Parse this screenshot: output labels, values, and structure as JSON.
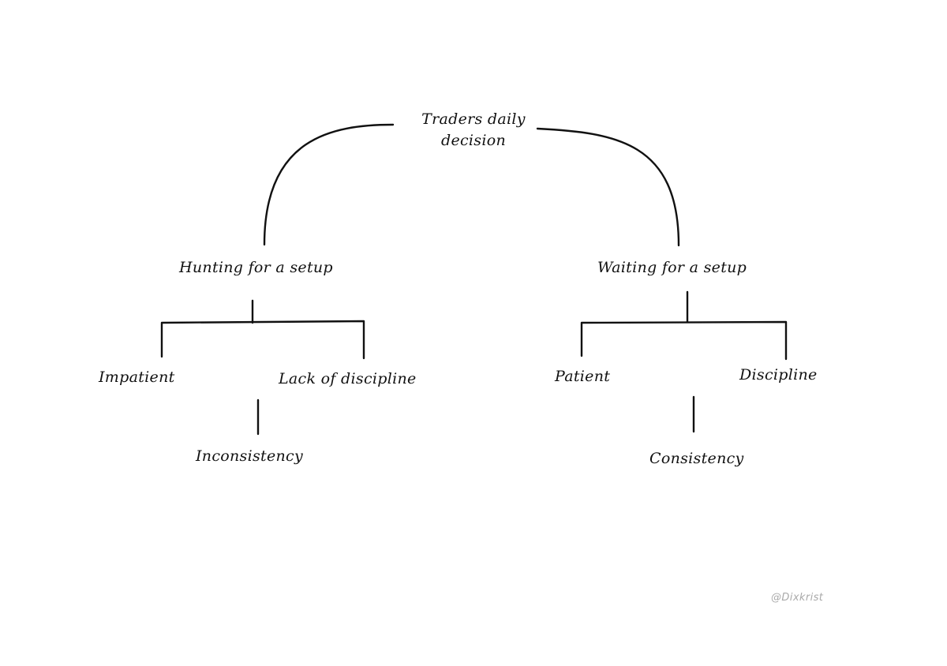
{
  "diagram": {
    "root": {
      "line1": "Traders daily",
      "line2": "decision"
    },
    "left_branch": {
      "label": "Hunting for a setup",
      "children": [
        "Impatient",
        "Lack of discipline"
      ],
      "outcome": "Inconsistency"
    },
    "right_branch": {
      "label": "Waiting for a setup",
      "children": [
        "Patient",
        "Discipline"
      ],
      "outcome": "Consistency"
    },
    "watermark": "@Dixkrist"
  }
}
